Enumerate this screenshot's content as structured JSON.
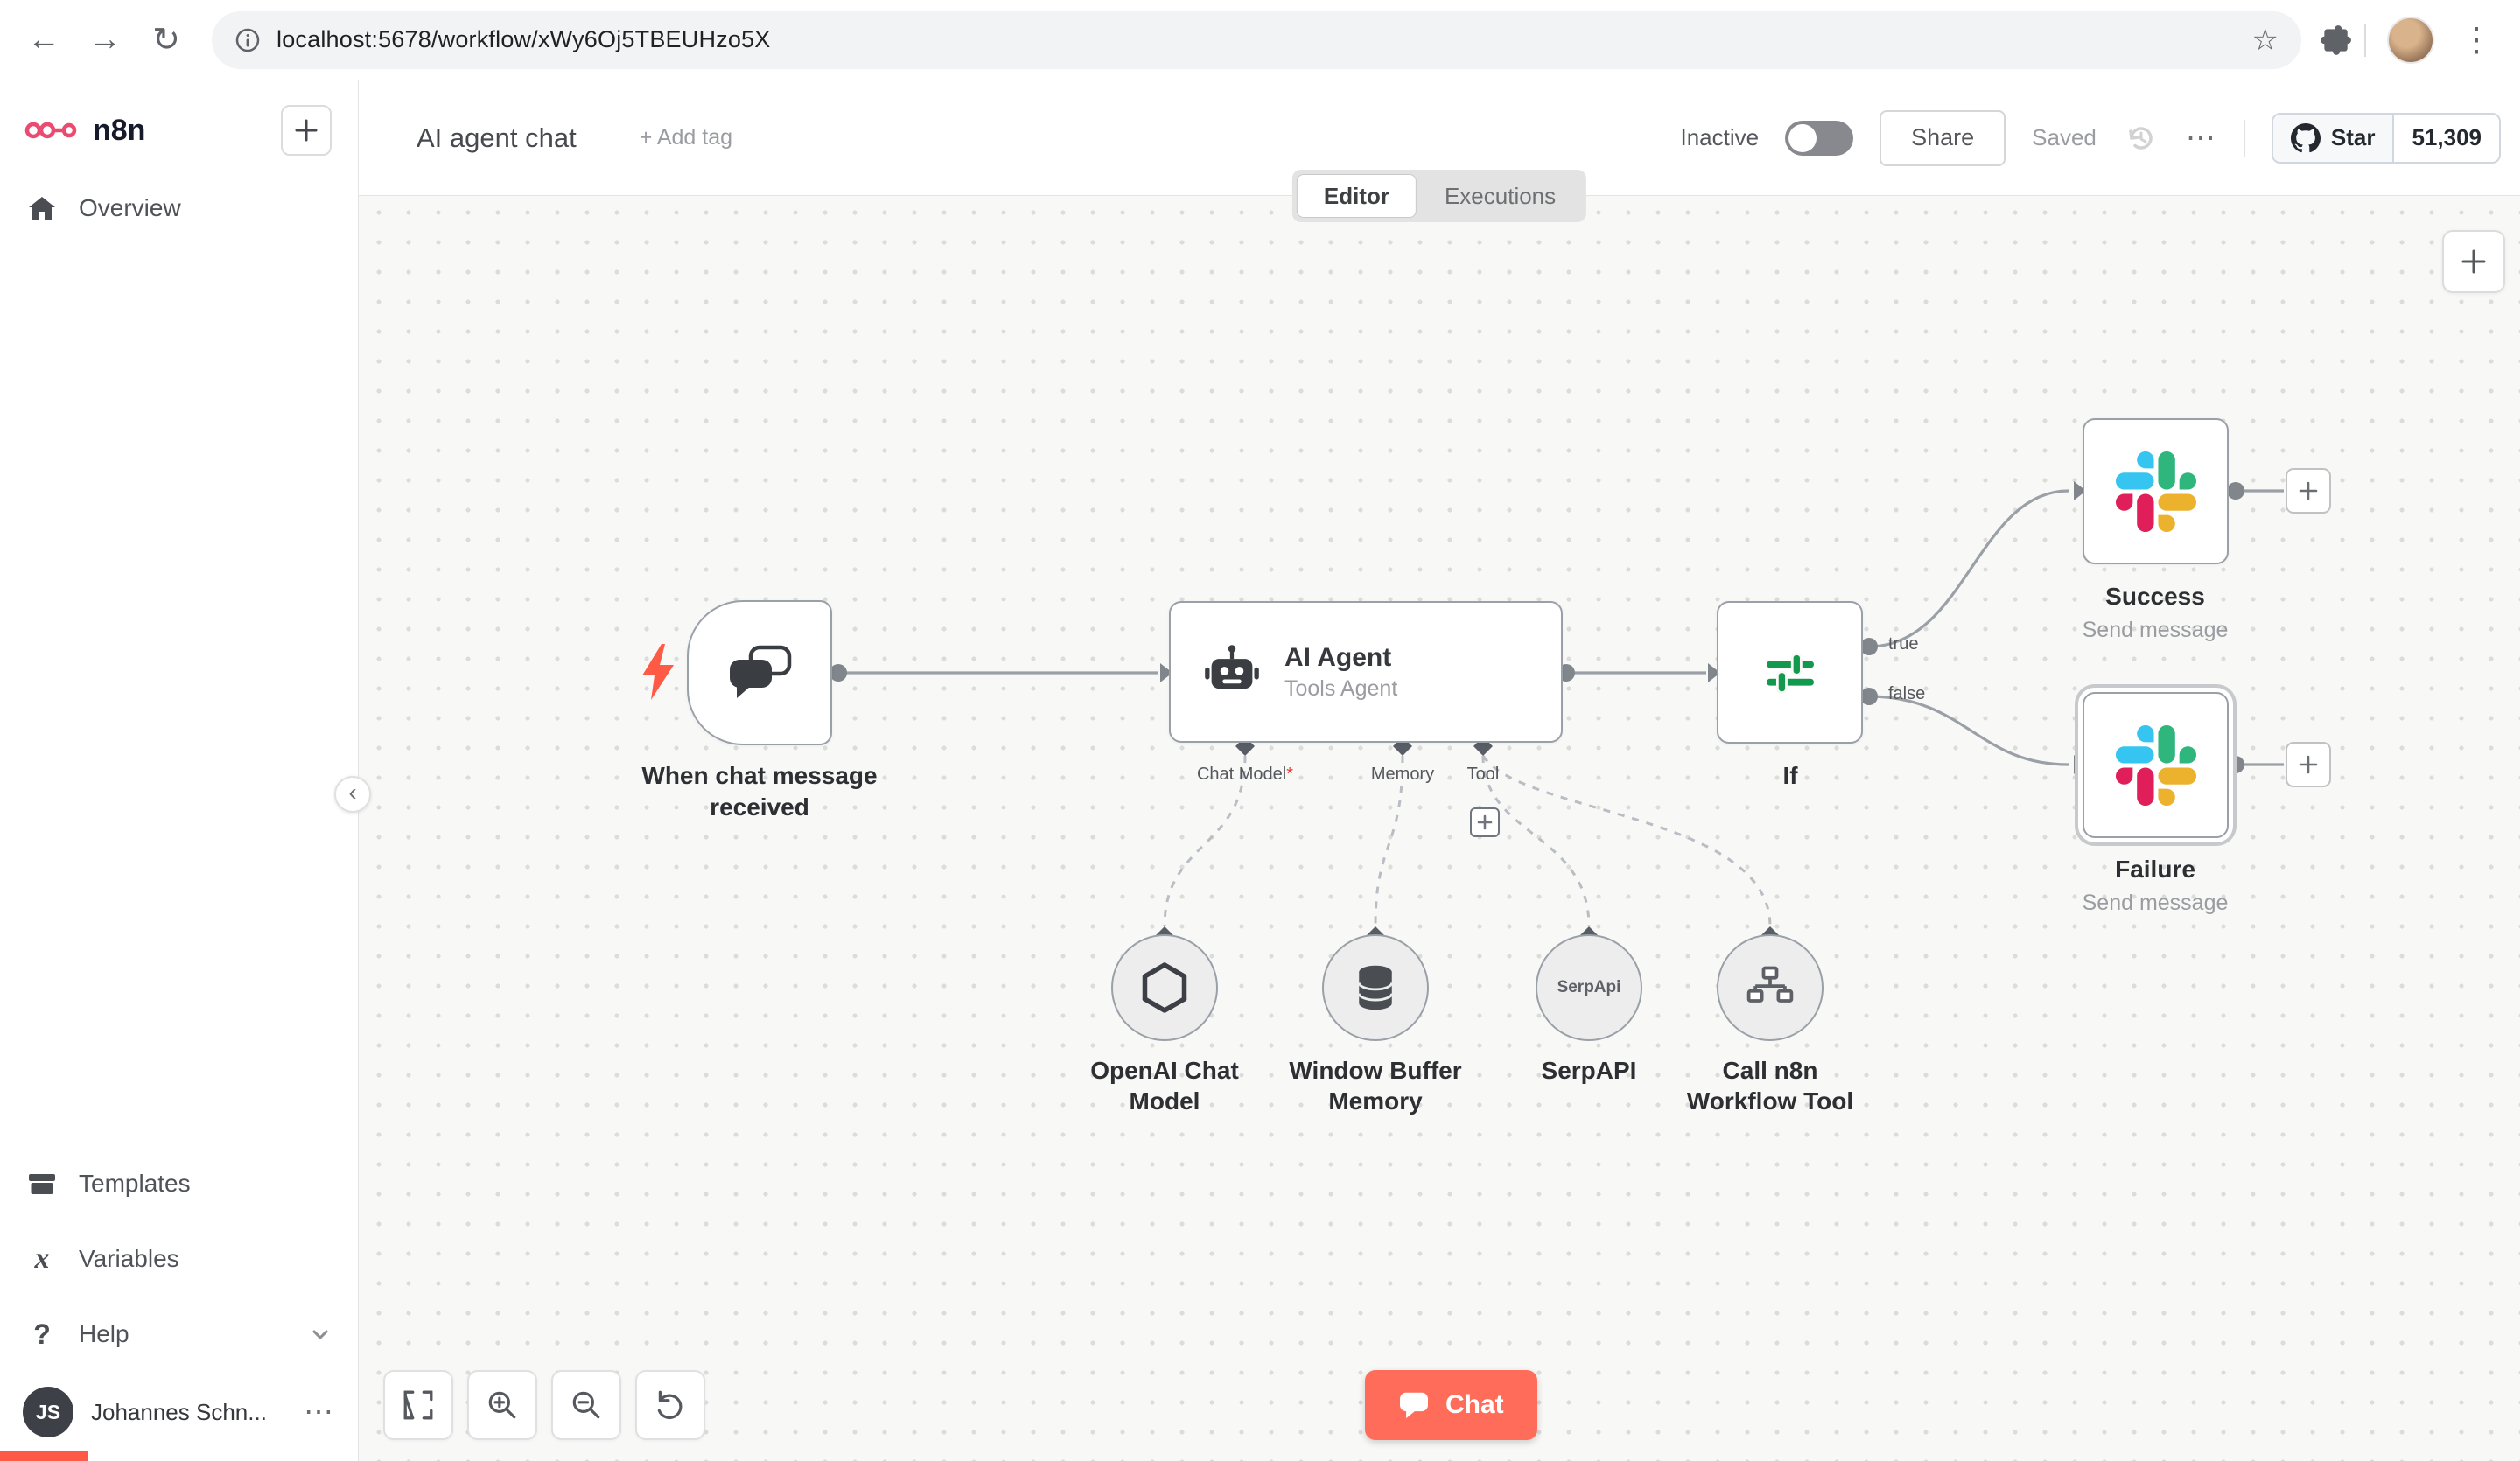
{
  "browser": {
    "url": "localhost:5678/workflow/xWy6Oj5TBEUHzo5X"
  },
  "sidebar": {
    "brand": "n8n",
    "overview": "Overview",
    "templates": "Templates",
    "variables": "Variables",
    "help": "Help",
    "user_initials": "JS",
    "user_name": "Johannes Schn..."
  },
  "header": {
    "title": "AI agent chat",
    "add_tag": "+ Add tag",
    "inactive_label": "Inactive",
    "share_label": "Share",
    "saved_label": "Saved",
    "github_star": "Star",
    "github_count": "51,309"
  },
  "tabs": {
    "editor": "Editor",
    "executions": "Executions"
  },
  "canvas": {
    "trigger": {
      "label": "When chat message received"
    },
    "agent": {
      "title": "AI Agent",
      "subtitle": "Tools Agent",
      "ports": [
        {
          "label": "Chat Model",
          "marker": "*"
        },
        {
          "label": "Memory"
        },
        {
          "label": "Tool"
        }
      ]
    },
    "if_node": {
      "label": "If",
      "true_label": "true",
      "false_label": "false"
    },
    "success": {
      "label": "Success",
      "subtitle": "Send message"
    },
    "failure": {
      "label": "Failure",
      "subtitle": "Send message"
    },
    "sub_nodes": [
      {
        "label": "OpenAI Chat Model"
      },
      {
        "label": "Window Buffer Memory"
      },
      {
        "label": "SerpAPI",
        "icon_text": "SerpApi"
      },
      {
        "label": "Call n8n Workflow Tool"
      }
    ],
    "chat_button": "Chat"
  },
  "colors": {
    "accent": "#ea4b71",
    "chat_button": "#ff6d5a",
    "if_icon": "#12994d",
    "slack_blue": "#36C5F0",
    "slack_green": "#2EB67D",
    "slack_yellow": "#ECB22E",
    "slack_red": "#E01E5A"
  }
}
